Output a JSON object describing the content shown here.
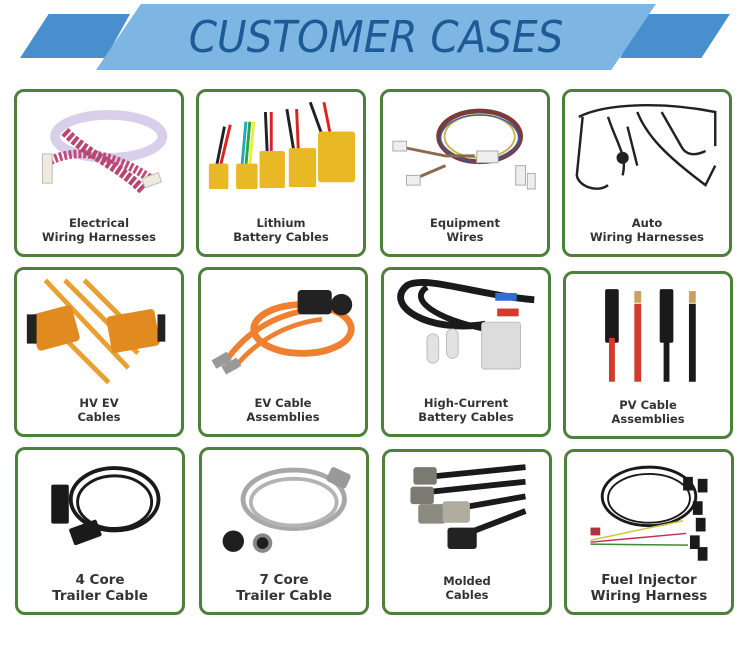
{
  "banner": {
    "title": "CUSTOMER CASES",
    "colors": {
      "main": "#7db6e3",
      "wings": "#4a8fcd",
      "text": "#1d5a96"
    }
  },
  "card_style": {
    "border_color": "#4f7f3c",
    "text_color": "#333333"
  },
  "cases": [
    {
      "line1": "Electrical",
      "line2": "Wiring Harnesses",
      "image": "ribbon-cable-harness"
    },
    {
      "line1": "Lithium",
      "line2": "Battery Cables",
      "image": "xt-connector-cables"
    },
    {
      "line1": "Equipment",
      "line2": "Wires",
      "image": "multicolor-wire-loom"
    },
    {
      "line1": "Auto",
      "line2": "Wiring Harnesses",
      "image": "automotive-harness"
    },
    {
      "line1": "HV EV",
      "line2": "Cables",
      "image": "hv-connectors-orange"
    },
    {
      "line1": "EV Cable",
      "line2": "Assemblies",
      "image": "orange-ev-cable-coil"
    },
    {
      "line1": "High-Current",
      "line2": "Battery Cables",
      "image": "anderson-battery-cable"
    },
    {
      "line1": "PV Cable",
      "line2": "Assemblies",
      "image": "solar-mc4-cables"
    },
    {
      "line1": "4 Core",
      "line2": "Trailer Cable",
      "image": "4-pin-trailer-cable"
    },
    {
      "line1": "7 Core",
      "line2": "Trailer Cable",
      "image": "7-pin-trailer-cable"
    },
    {
      "line1": "Molded",
      "line2": "Cables",
      "image": "molded-connector-cables"
    },
    {
      "line1": "Fuel Injector",
      "line2": "Wiring Harness",
      "image": "fuel-injector-harness"
    }
  ]
}
